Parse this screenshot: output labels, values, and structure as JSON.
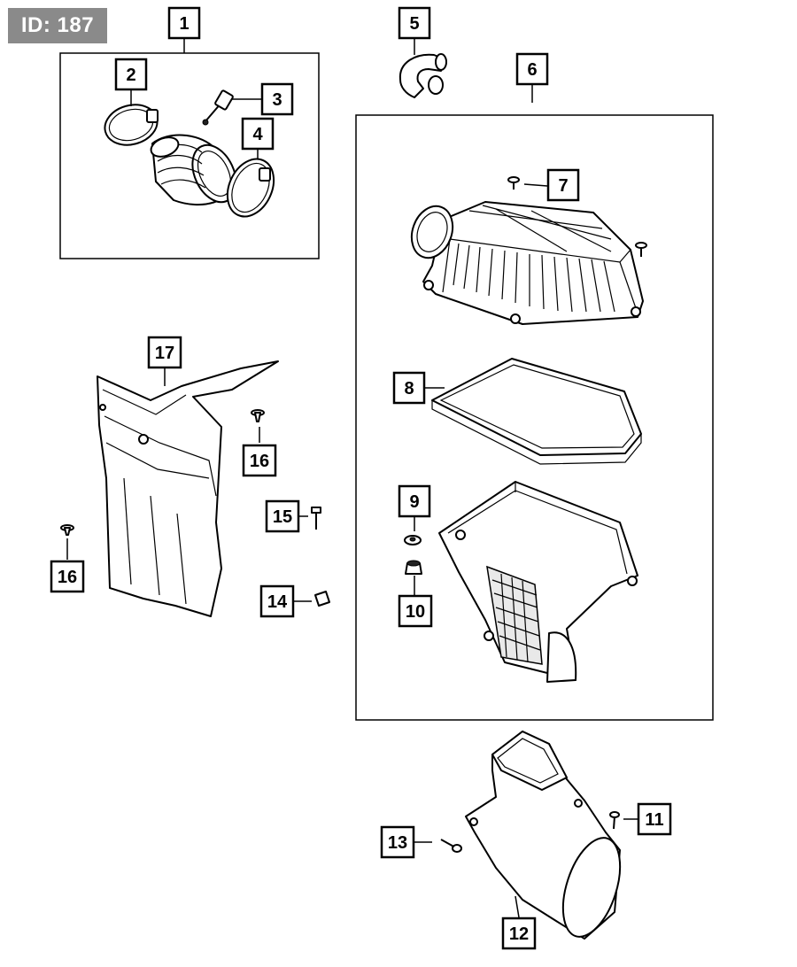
{
  "diagram_id": "ID: 187",
  "callouts": [
    {
      "label": "1"
    },
    {
      "label": "2"
    },
    {
      "label": "3"
    },
    {
      "label": "4"
    },
    {
      "label": "5"
    },
    {
      "label": "6"
    },
    {
      "label": "7"
    },
    {
      "label": "8"
    },
    {
      "label": "9"
    },
    {
      "label": "10"
    },
    {
      "label": "11"
    },
    {
      "label": "12"
    },
    {
      "label": "13"
    },
    {
      "label": "14"
    },
    {
      "label": "15"
    },
    {
      "label": "16"
    },
    {
      "label": "16"
    },
    {
      "label": "17"
    }
  ],
  "colors": {
    "line": "#000000",
    "badge_bg": "#8a8a8a",
    "badge_text": "#ffffff"
  }
}
